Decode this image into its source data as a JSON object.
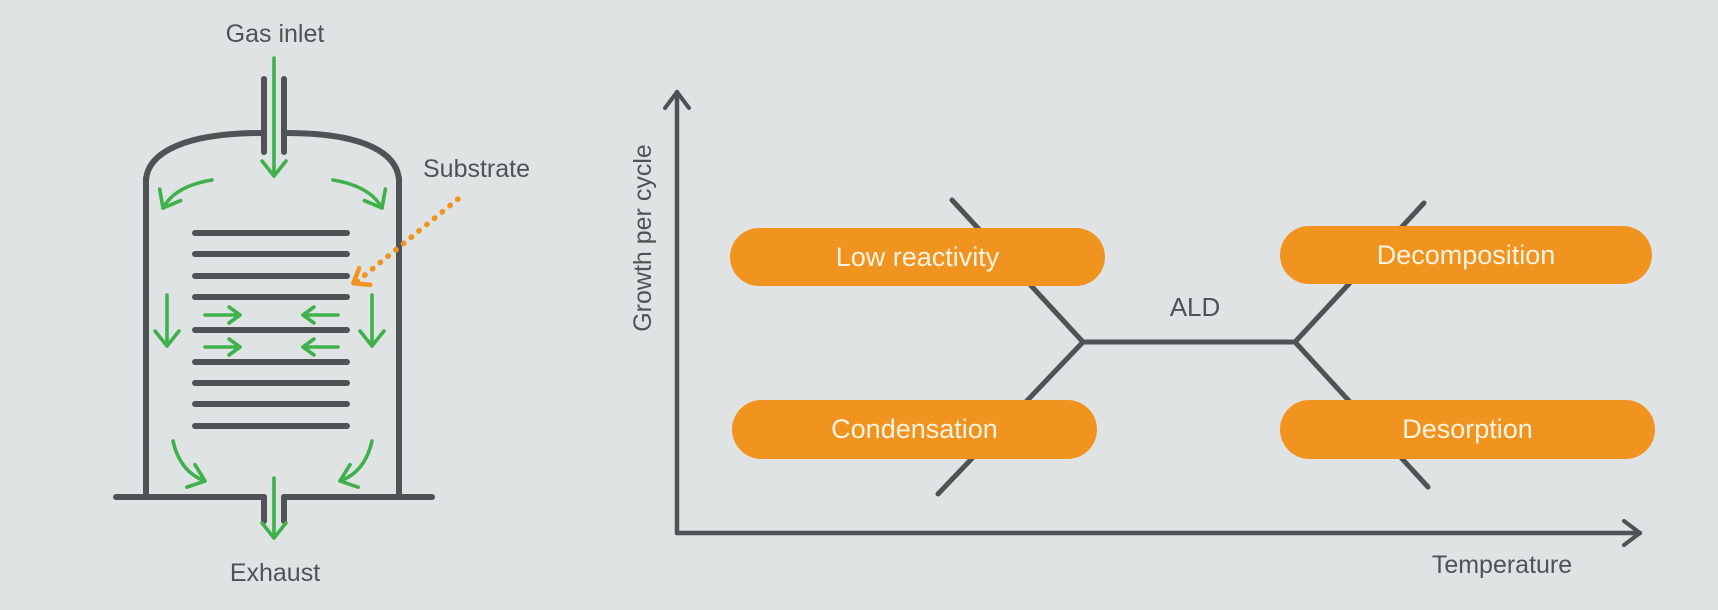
{
  "figure": {
    "background_color": "#E0E3E3",
    "ink_color": "#4E5357",
    "accent_orange": "#F0941F",
    "flow_green": "#3FB14C",
    "pill_text_color": "#FBF4E4"
  },
  "reactor": {
    "gas_inlet_label": "Gas inlet",
    "substrate_label": "Substrate",
    "exhaust_label": "Exhaust",
    "wafer_count": 9
  },
  "ald_window_chart": {
    "y_axis_label": "Growth per cycle",
    "x_axis_label": "Temperature",
    "window_label": "ALD",
    "regions": [
      {
        "label": "Low reactivity",
        "position": "upper-left"
      },
      {
        "label": "Decomposition",
        "position": "upper-right"
      },
      {
        "label": "Condensation",
        "position": "lower-left"
      },
      {
        "label": "Desorption",
        "position": "lower-right"
      }
    ]
  }
}
